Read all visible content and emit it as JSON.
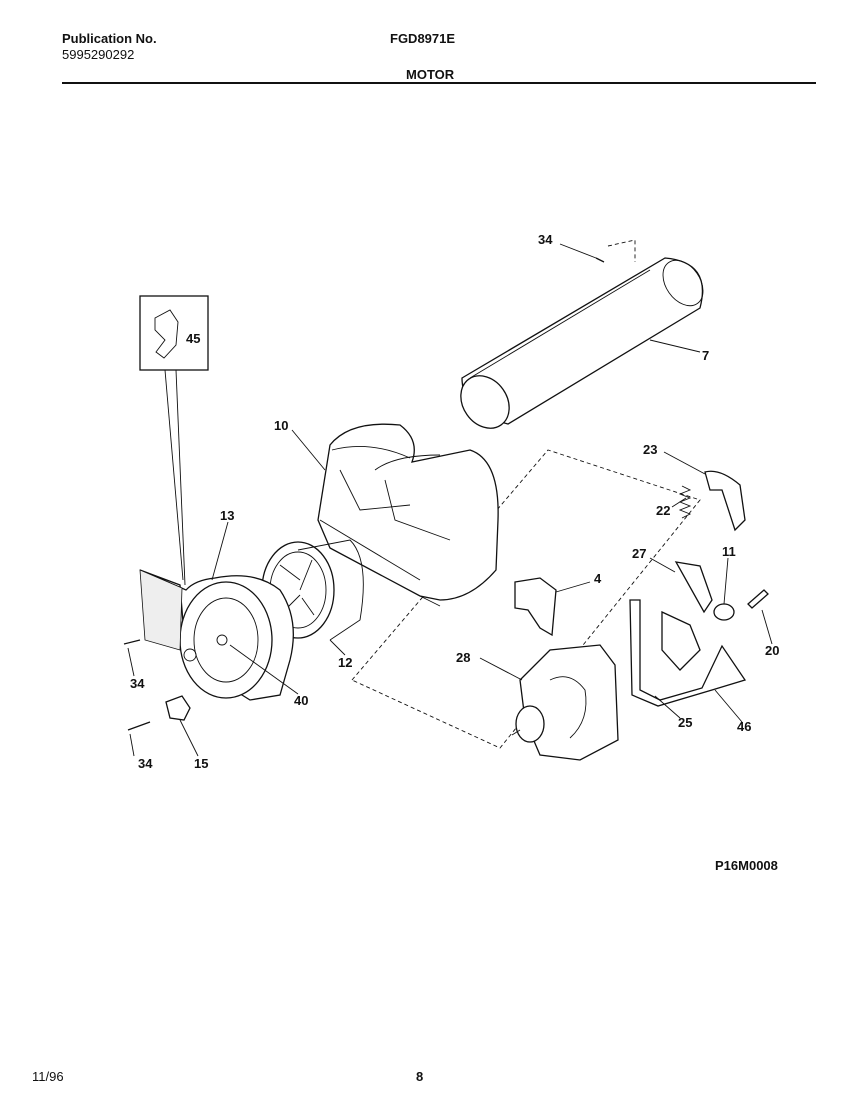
{
  "header": {
    "publication_label": "Publication No.",
    "publication_number": "5995290292",
    "model": "FGD8971E",
    "section_title": "MOTOR"
  },
  "diagram": {
    "callouts": [
      "34",
      "7",
      "45",
      "10",
      "23",
      "22",
      "27",
      "11",
      "4",
      "20",
      "13",
      "28",
      "12",
      "34",
      "40",
      "25",
      "46",
      "34",
      "15"
    ],
    "drawing_code": "P16M0008"
  },
  "footer": {
    "date": "11/96",
    "page_number": "8"
  }
}
